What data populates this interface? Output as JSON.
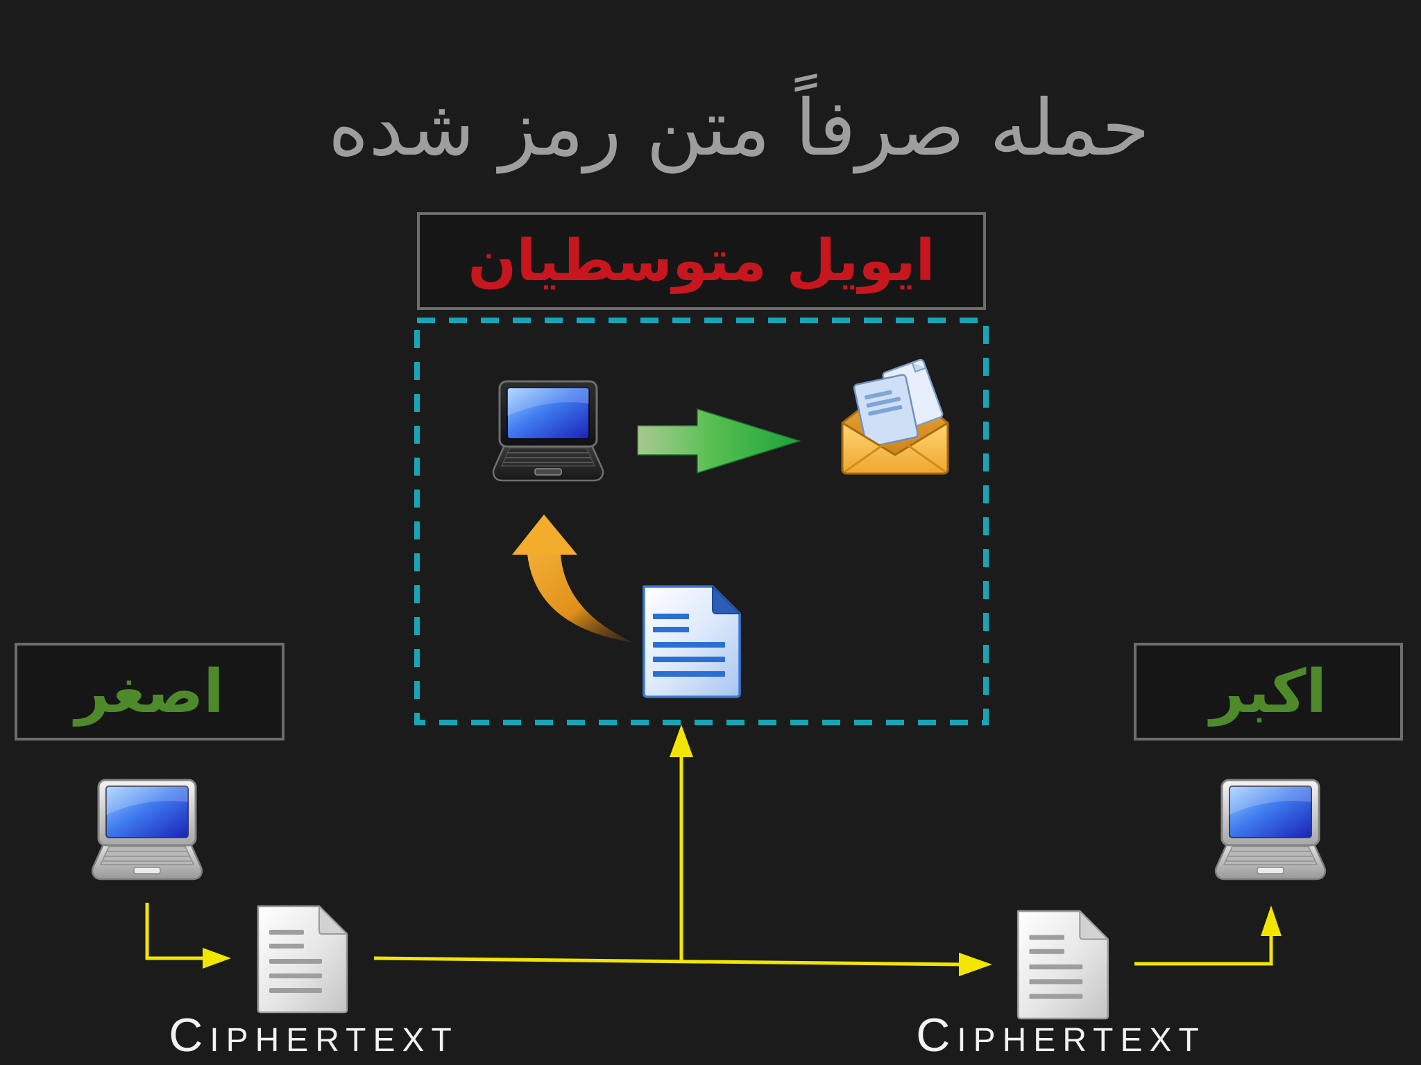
{
  "title": "حمله صرفاً متن رمز شده",
  "attacker": {
    "name": "ایویل متوسطیان"
  },
  "sender": {
    "name": "اصغر"
  },
  "receiver": {
    "name": "اکبر"
  },
  "ciphertext_labels": {
    "left": "Ciphertext",
    "right": "Ciphertext"
  },
  "icons": {
    "attacker_laptop": "laptop-icon",
    "sender_laptop": "laptop-icon",
    "receiver_laptop": "laptop-icon",
    "attacker_output": "envelope-icon",
    "attacker_document": "document-icon",
    "ciphertext_documents": "document-icon",
    "attacker_flow": [
      "right-arrow-icon",
      "curved-arrow-icon"
    ]
  },
  "colors": {
    "bg": "#1b1b1b",
    "title": "#9e9e9e",
    "attacker_name": "#c8161e",
    "user_name": "#4e8a2a",
    "label": "#f2f2f2",
    "box_border": "#6d6d6d",
    "box_fill": "#161616",
    "attacker_zone": "#17a6b6",
    "connector": "#f2e600"
  }
}
